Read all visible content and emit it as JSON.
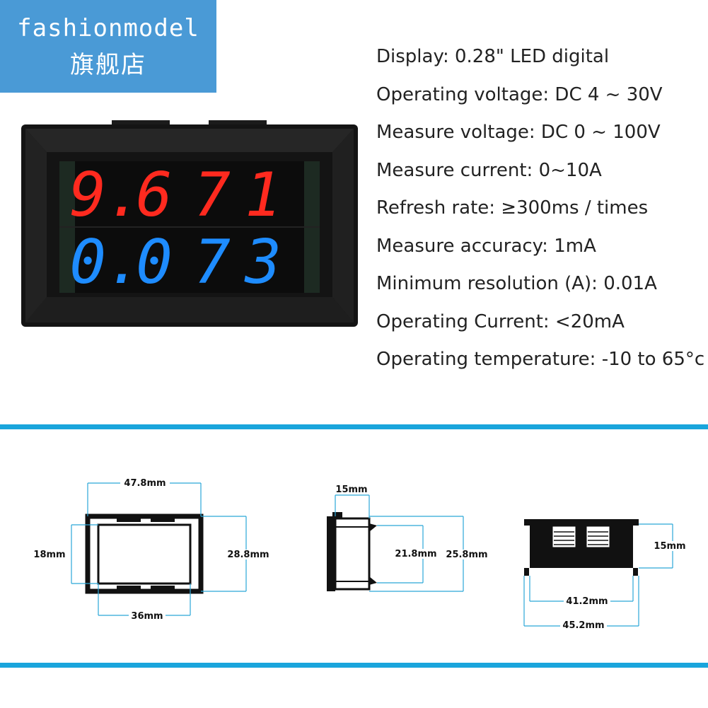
{
  "brand": {
    "line1": "fashionmodel",
    "line2": "旗舰店",
    "color": "#4a9ad6"
  },
  "specs": [
    "Display: 0.28\" LED digital",
    "Operating voltage: DC 4 ~ 30V",
    "Measure voltage: DC 0 ~ 100V",
    "Measure current: 0~10A",
    "Refresh rate: ≥300ms / times",
    "Measure accuracy: 1mA",
    "Minimum resolution (A): 0.01A",
    "Operating Current: <20mA",
    "Operating temperature: -10 to 65°c"
  ],
  "display": {
    "top_digits": [
      "9.",
      "6",
      "7",
      "1"
    ],
    "bottom_digits": [
      "0.",
      "0",
      "7",
      "3"
    ],
    "top_color": "#ff2a1f",
    "bottom_color": "#1e8cff"
  },
  "dimensions": {
    "width_outer": "47.8mm",
    "height_window": "18mm",
    "height_outer": "28.8mm",
    "width_window": "36mm",
    "depth": "15mm",
    "clip_inner": "21.8mm",
    "clip_outer": "25.8mm",
    "body_height": "15mm",
    "cutout_width": "41.2mm",
    "body_width": "45.2mm"
  },
  "accent_color": "#1aa5dc"
}
